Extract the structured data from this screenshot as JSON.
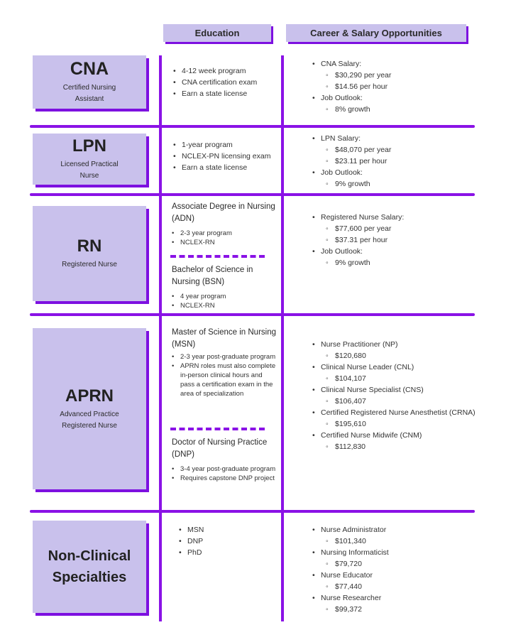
{
  "headers": {
    "education": "Education",
    "career": "Career & Salary Opportunities"
  },
  "rows": [
    {
      "abbr": "CNA",
      "full": "Certified Nursing Assistant",
      "education": [
        "4-12 week program",
        "CNA certification exam",
        "Earn a state license"
      ],
      "career": [
        {
          "label": "CNA Salary:",
          "subs": [
            "$30,290 per year",
            "$14.56 per hour"
          ]
        },
        {
          "label": "Job Outlook:",
          "subs": [
            "8% growth"
          ]
        }
      ]
    },
    {
      "abbr": "LPN",
      "full": "Licensed Practical Nurse",
      "education": [
        "1-year program",
        "NCLEX-PN licensing exam",
        "Earn a state license"
      ],
      "career": [
        {
          "label": "LPN Salary:",
          "subs": [
            "$48,070 per year",
            "$23.11 per hour"
          ]
        },
        {
          "label": "Job Outlook:",
          "subs": [
            "9% growth"
          ]
        }
      ]
    },
    {
      "abbr": "RN",
      "full": "Registered Nurse",
      "degrees": [
        {
          "title": "Associate Degree in Nursing (ADN)",
          "items": [
            "2-3 year program",
            "NCLEX-RN"
          ]
        },
        {
          "title": "Bachelor of Science in Nursing (BSN)",
          "items": [
            "4 year program",
            "NCLEX-RN"
          ]
        }
      ],
      "career": [
        {
          "label": "Registered Nurse Salary:",
          "subs": [
            "$77,600 per year",
            "$37.31 per hour"
          ]
        },
        {
          "label": "Job Outlook:",
          "subs": [
            "9% growth"
          ]
        }
      ]
    },
    {
      "abbr": "APRN",
      "full": "Advanced Practice Registered Nurse",
      "degrees": [
        {
          "title": "Master of Science in Nursing (MSN)",
          "items": [
            "2-3 year post-graduate program",
            "APRN roles must also complete in-person clinical hours and pass a certification exam in the area of specialization"
          ]
        },
        {
          "title": "Doctor of Nursing Practice (DNP)",
          "items": [
            "3-4 year post-graduate program",
            "Requires capstone DNP project"
          ]
        }
      ],
      "career": [
        {
          "label": "Nurse Practitioner (NP)",
          "subs": [
            "$120,680"
          ]
        },
        {
          "label": "Clinical Nurse Leader (CNL)",
          "subs": [
            "$104,107"
          ]
        },
        {
          "label": "Clinical Nurse Specialist (CNS)",
          "subs": [
            "$106,407"
          ]
        },
        {
          "label": "Certified Registered Nurse Anesthetist (CRNA)",
          "subs": [
            "$195,610"
          ]
        },
        {
          "label": "Certified Nurse Midwife (CNM)",
          "subs": [
            "$112,830"
          ]
        }
      ]
    },
    {
      "abbr": "Non-Clinical Specialties",
      "full": "",
      "education": [
        "MSN",
        "DNP",
        "PhD"
      ],
      "career": [
        {
          "label": "Nurse Administrator",
          "subs": [
            "$101,340"
          ]
        },
        {
          "label": "Nursing Informaticist",
          "subs": [
            "$79,720"
          ]
        },
        {
          "label": "Nurse Educator",
          "subs": [
            "$77,440"
          ]
        },
        {
          "label": "Nurse Researcher",
          "subs": [
            "$99,372"
          ]
        }
      ]
    }
  ]
}
